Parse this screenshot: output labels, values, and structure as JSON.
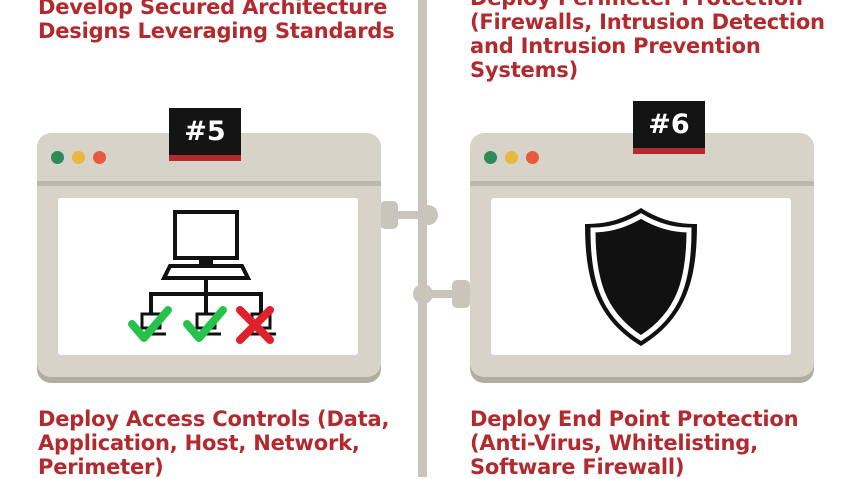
{
  "steps": {
    "top_left": {
      "title": "Develop Secured Architecture Designs Leveraging Standards"
    },
    "top_right": {
      "title": "Deploy Perimeter Protection (Firewalls, Intrusion Detection and Intrusion Prevention Systems)"
    },
    "step5": {
      "badge": "#5",
      "title": "Deploy Access Controls (Data, Application, Host, Network, Perimeter)",
      "icon": "network-access-icon"
    },
    "step6": {
      "badge": "#6",
      "title": "Deploy End Point Protection (Anti-Virus, Whitelisting, Software Firewall)",
      "icon": "shield-icon"
    }
  },
  "colors": {
    "accent": "#b22a2e",
    "panel": "#d8d3c8",
    "timeline": "#c9c5bb",
    "check": "#27c24c",
    "cross": "#e0202a"
  }
}
